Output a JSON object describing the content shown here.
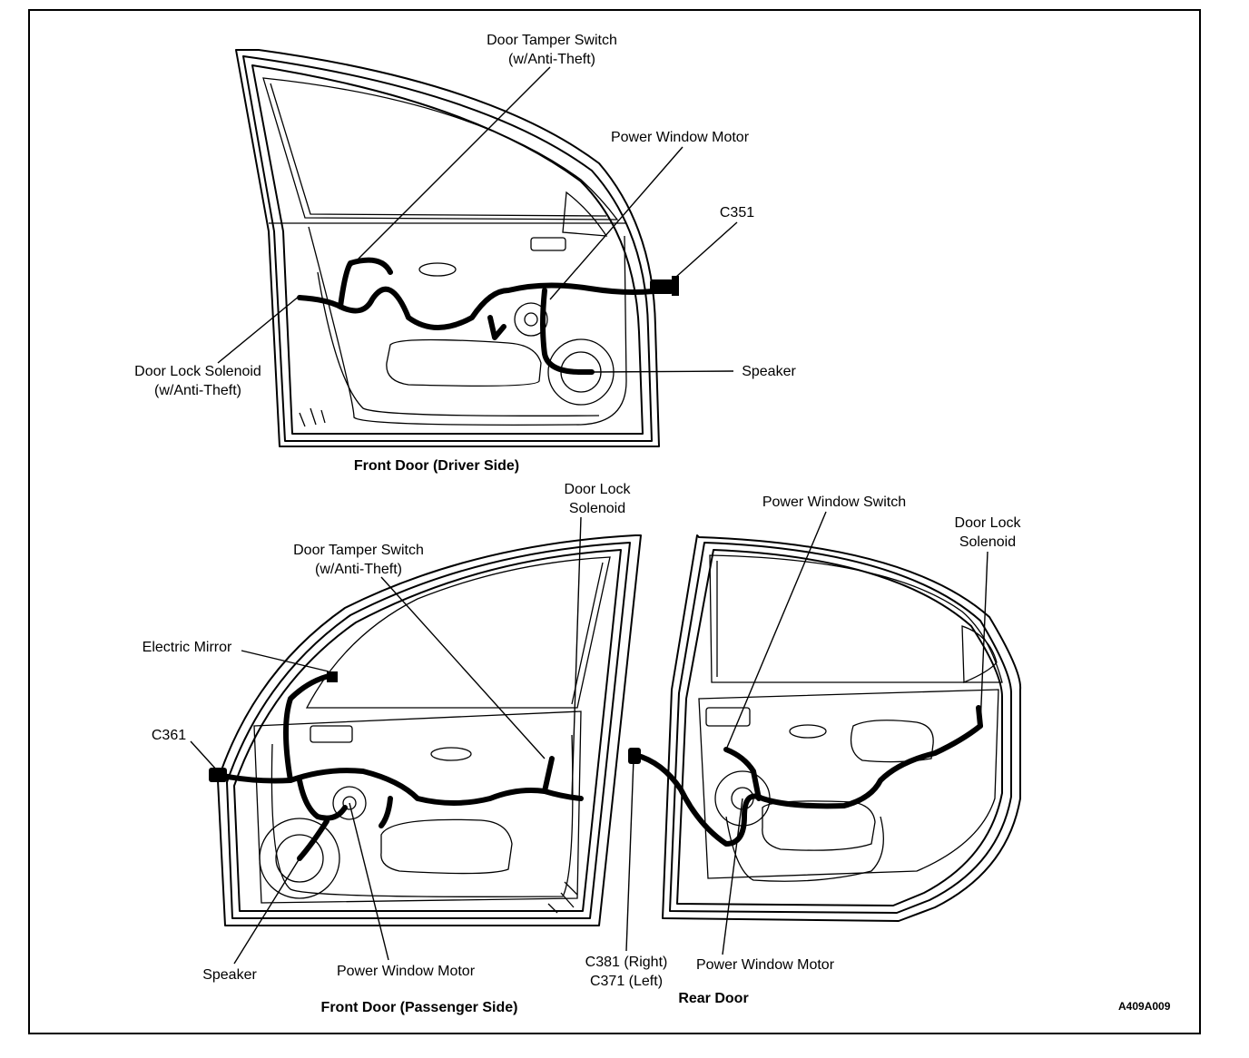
{
  "labels": {
    "driver_tamper_switch": [
      "Door Tamper Switch",
      "(w/Anti-Theft)"
    ],
    "driver_window_motor": [
      "Power Window Motor"
    ],
    "driver_c351": [
      "C351"
    ],
    "driver_lock_solenoid": [
      "Door Lock Solenoid",
      "(w/Anti-Theft)"
    ],
    "driver_speaker": [
      "Speaker"
    ],
    "pass_lock_solenoid": [
      "Door Lock",
      "Solenoid"
    ],
    "pass_tamper_switch": [
      "Door Tamper Switch",
      "(w/Anti-Theft)"
    ],
    "pass_mirror": [
      "Electric Mirror"
    ],
    "pass_c361": [
      "C361"
    ],
    "pass_speaker": [
      "Speaker"
    ],
    "pass_window_motor": [
      "Power Window Motor"
    ],
    "rear_window_switch": [
      "Power Window Switch"
    ],
    "rear_lock_solenoid": [
      "Door Lock",
      "Solenoid"
    ],
    "rear_connectors": [
      "C381 (Right)",
      "C371 (Left)"
    ],
    "rear_window_motor": [
      "Power Window Motor"
    ]
  },
  "captions": {
    "driver": "Front Door (Driver Side)",
    "passenger": "Front Door (Passenger Side)",
    "rear": "Rear Door"
  },
  "figure_id": "A409A009"
}
